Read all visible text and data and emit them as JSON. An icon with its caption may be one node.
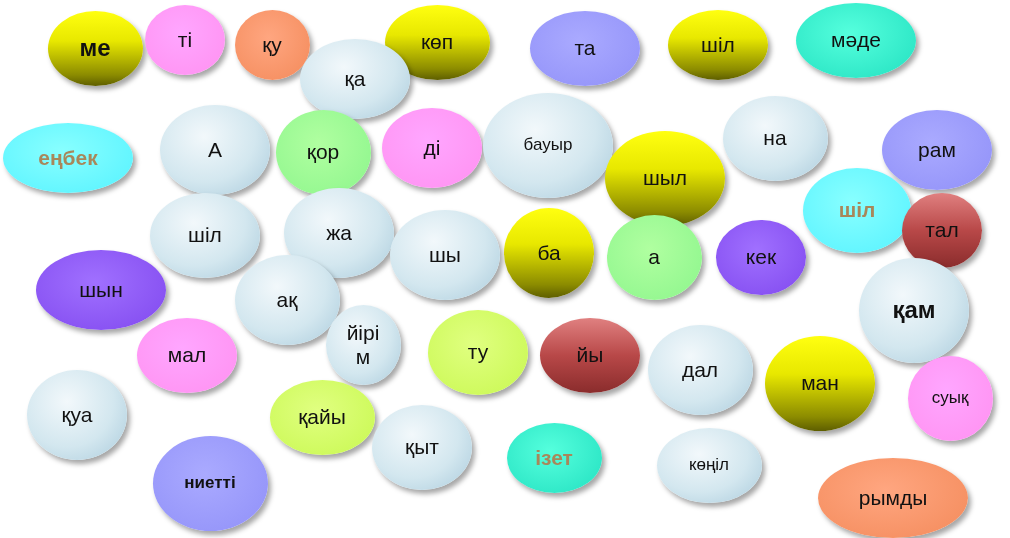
{
  "diagram": {
    "nodes": [
      {
        "text": [
          "ме"
        ]
      },
      {
        "text": [
          "ті"
        ]
      },
      {
        "text": [
          "қу"
        ]
      },
      {
        "text": [
          "көп"
        ]
      },
      {
        "text": [
          "та"
        ]
      },
      {
        "text": [
          "шіл"
        ]
      },
      {
        "text": [
          "мәде"
        ]
      },
      {
        "text": [
          "қа"
        ]
      },
      {
        "text": [
          "еңбек"
        ]
      },
      {
        "text": [
          "А"
        ]
      },
      {
        "text": [
          "қор"
        ]
      },
      {
        "text": [
          "ді"
        ]
      },
      {
        "text": [
          "бауыр"
        ]
      },
      {
        "text": [
          "шыл"
        ]
      },
      {
        "text": [
          "на"
        ]
      },
      {
        "text": [
          "рам"
        ]
      },
      {
        "text": [
          "шіл"
        ]
      },
      {
        "text": [
          "тал"
        ]
      },
      {
        "text": [
          "шіл"
        ]
      },
      {
        "text": [
          "жа"
        ]
      },
      {
        "text": [
          "шы"
        ]
      },
      {
        "text": [
          "ба"
        ]
      },
      {
        "text": [
          "а"
        ]
      },
      {
        "text": [
          "кек"
        ]
      },
      {
        "text": [
          "шын"
        ]
      },
      {
        "text": [
          "ақ"
        ]
      },
      {
        "text": [
          "қам"
        ]
      },
      {
        "text": [
          "йірі м"
        ]
      },
      {
        "text": [
          "ту"
        ]
      },
      {
        "text": [
          "мал"
        ]
      },
      {
        "text": [
          "йы"
        ]
      },
      {
        "text": [
          "дал"
        ]
      },
      {
        "text": [
          "ман"
        ]
      },
      {
        "text": [
          "суық"
        ]
      },
      {
        "text": [
          "қуа"
        ]
      },
      {
        "text": [
          "қайы"
        ]
      },
      {
        "text": [
          "қыт"
        ]
      },
      {
        "text": [
          "ізет"
        ]
      },
      {
        "text": [
          "көңіл"
        ]
      },
      {
        "text": [
          "ниетті"
        ]
      },
      {
        "text": [
          "рымды"
        ]
      }
    ]
  }
}
